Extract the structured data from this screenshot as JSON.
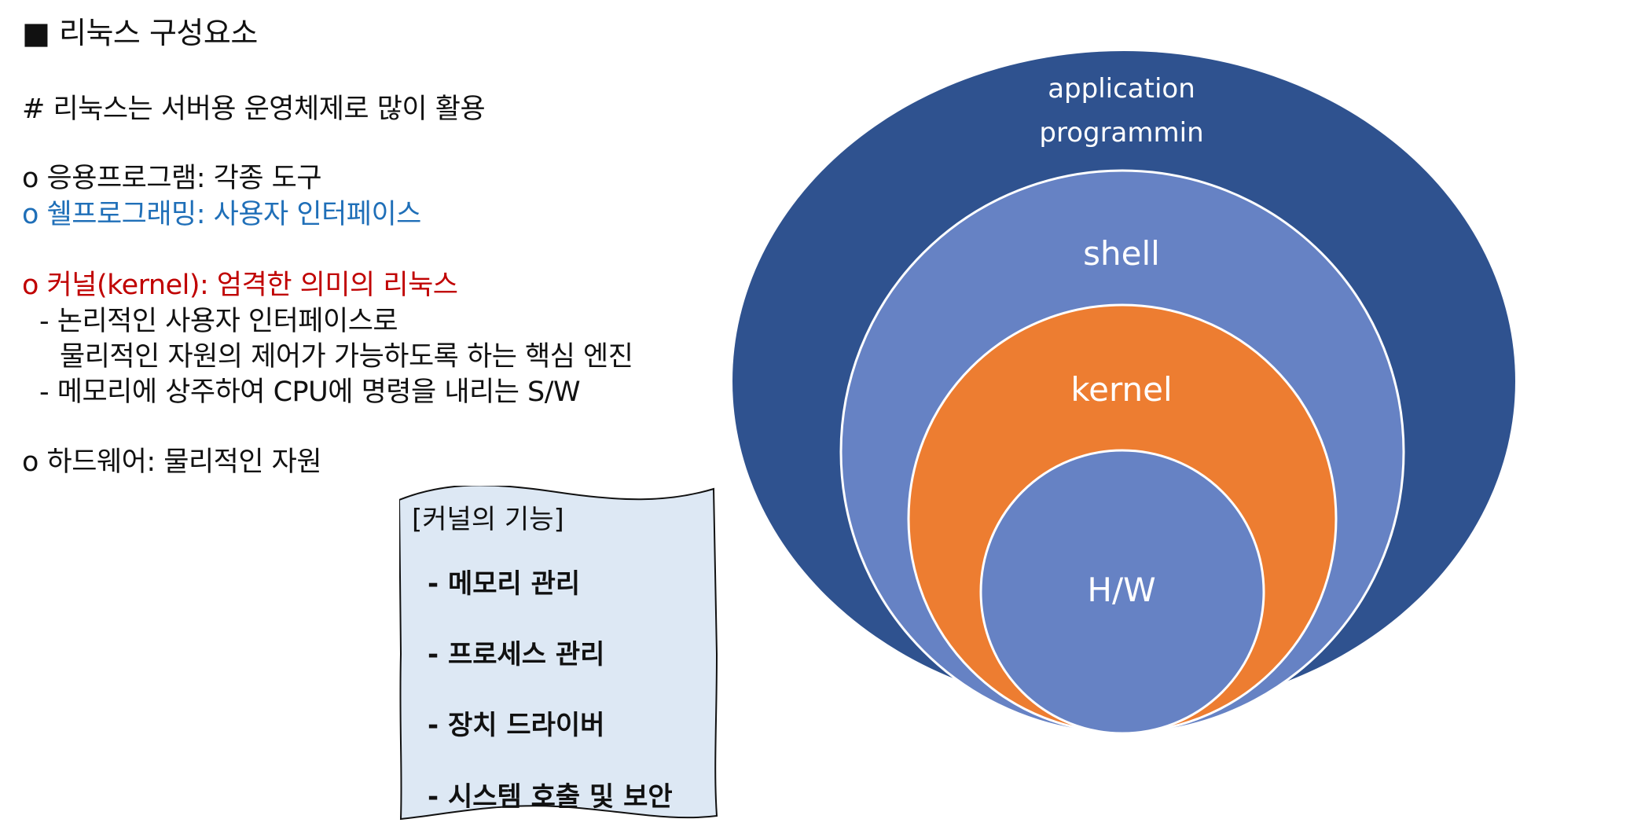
{
  "title": "■ 리눅스 구성요소",
  "subtitle": "# 리눅스는 서버용 운영체제로 많이 활용",
  "items": {
    "app": {
      "text": "o 응용프로그램: 각종 도구",
      "color": "#111111"
    },
    "shell": {
      "text": "o 쉘프로그래밍: 사용자 인터페이스",
      "color": "#1f6fb8"
    },
    "kernel": {
      "text": "o 커널(kernel): 엄격한 의미의 리눅스",
      "color": "#c00000"
    },
    "kernel_desc_1": "- 논리적인 사용자 인터페이스로",
    "kernel_desc_2": "물리적인 자원의 제어가 가능하도록 하는 핵심 엔진",
    "kernel_desc_3": "- 메모리에 상주하여 CPU에 명령을 내리는 S/W",
    "hardware": {
      "text": "o 하드웨어: 물리적인 자원",
      "color": "#111111"
    }
  },
  "note": {
    "title": "[커널의 기능]",
    "entries": [
      "- 메모리 관리",
      "- 프로세스 관리",
      "- 장치 드라이버",
      "- 시스템 호출 및 보안"
    ]
  },
  "layers": {
    "application": {
      "line1": "application",
      "line2": "programmin",
      "color": "#2f528f"
    },
    "shell": {
      "label": "shell",
      "color": "#6682c4"
    },
    "kernel": {
      "label": "kernel",
      "color": "#ed7d31"
    },
    "hardware": {
      "label": "H/W",
      "color": "#6682c4"
    }
  }
}
